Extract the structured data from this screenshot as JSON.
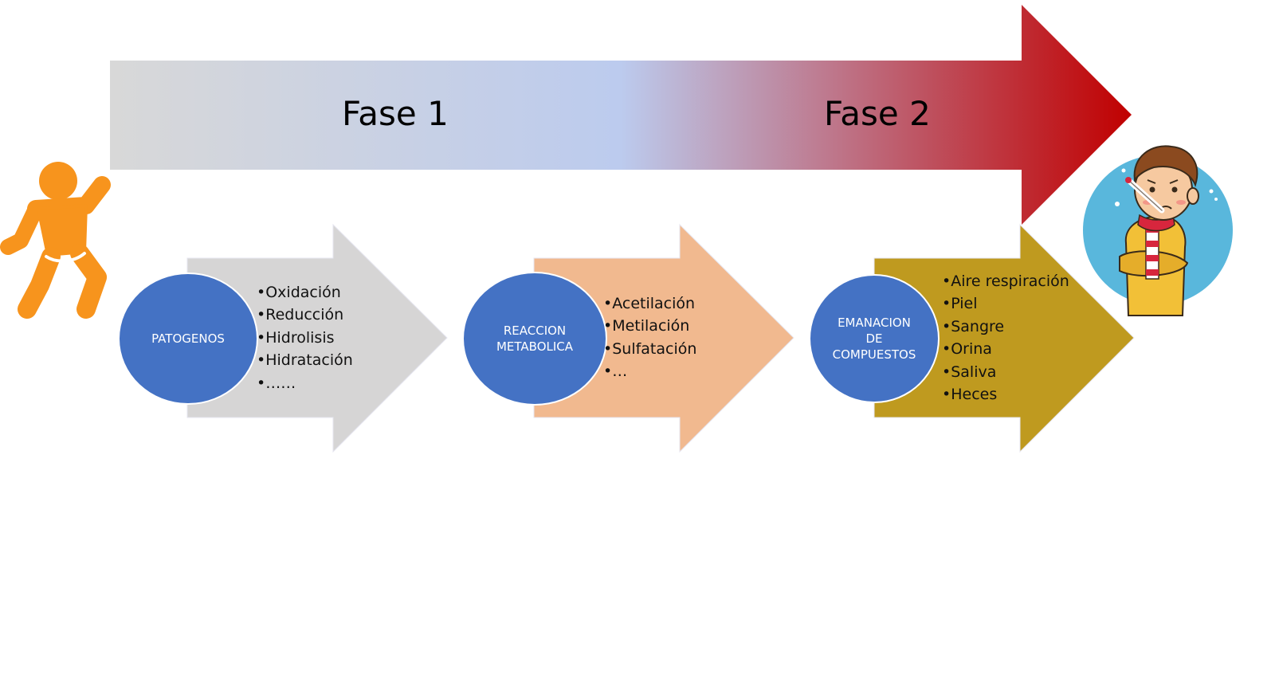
{
  "colors": {
    "top_arrow_gradient": [
      "#d8d8d8",
      "#bccbee",
      "#c00000"
    ],
    "arrow_1": "#d6d5d5",
    "arrow_2": "#f1b98f",
    "arrow_3": "#bf9a1f",
    "circle": "#4472c4",
    "runner": "#f7941d"
  },
  "top_arrow": {
    "phase_1": "Fase 1",
    "phase_2": "Fase 2"
  },
  "stages": [
    {
      "circle_label": "PATOGENOS",
      "items": [
        "Oxidación",
        "Reducción",
        "Hidrolisis",
        "Hidratación",
        "……"
      ]
    },
    {
      "circle_label": "REACCION\nMETABOLICA",
      "items": [
        "Acetilación",
        "Metilación",
        "Sulfatación",
        "…"
      ]
    },
    {
      "circle_label": "EMANACION\nDE\nCOMPUESTOS",
      "items": [
        "Aire respiración",
        "Piel",
        "Sangre",
        "Orina",
        "Saliva",
        "Heces"
      ]
    }
  ],
  "icons": {
    "start": "running-person-icon",
    "end": "sick-boy-thermometer-icon"
  }
}
